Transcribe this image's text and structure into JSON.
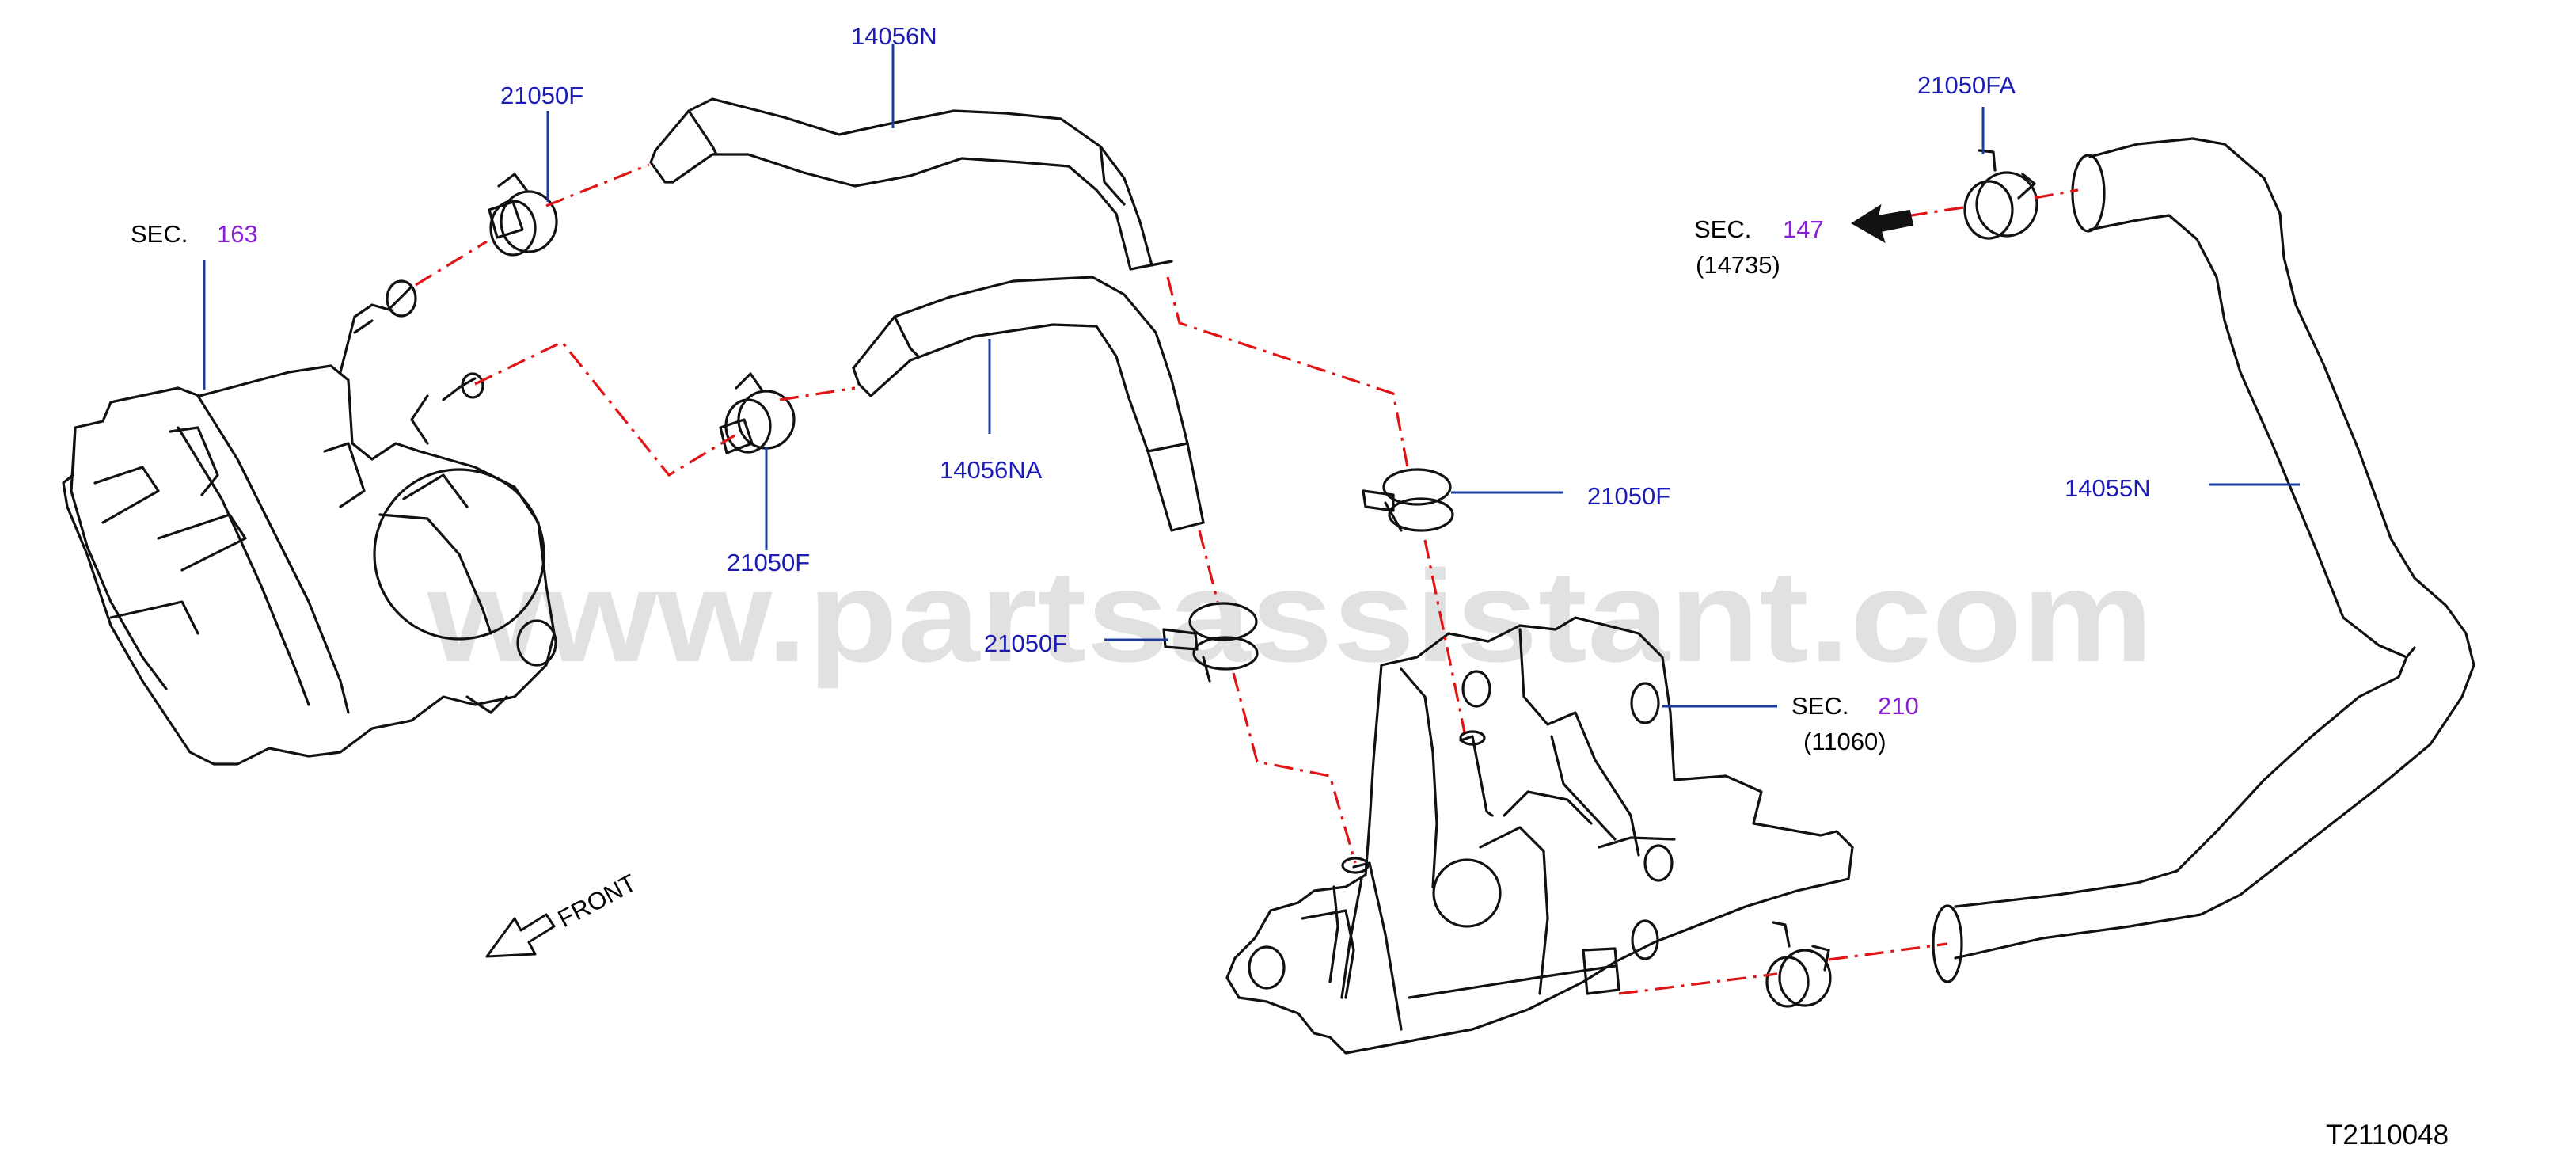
{
  "watermark": "www.partsassistant.com",
  "diagram_code": "T2110048",
  "front_label": "FRONT",
  "section_refs": [
    {
      "prefix": "SEC.",
      "number": "163",
      "sub": ""
    },
    {
      "prefix": "SEC.",
      "number": "147",
      "sub": "(14735)"
    },
    {
      "prefix": "SEC.",
      "number": "210",
      "sub": "(11060)"
    }
  ],
  "part_labels": {
    "hose_upper": "14056N",
    "hose_lower": "14056NA",
    "hose_right": "14055N",
    "clamp_fa": "21050FA",
    "clamp_top_left": "21050F",
    "clamp_mid_left": "21050F",
    "clamp_right": "21050F",
    "clamp_lower": "21050F"
  },
  "colors": {
    "part_number": "#1c1cb4",
    "section_number": "#8a1fd6",
    "flow_line": "#e01414",
    "leader_line": "#1c3c9c",
    "outline": "#111111",
    "watermark": "#c9c9c9"
  }
}
